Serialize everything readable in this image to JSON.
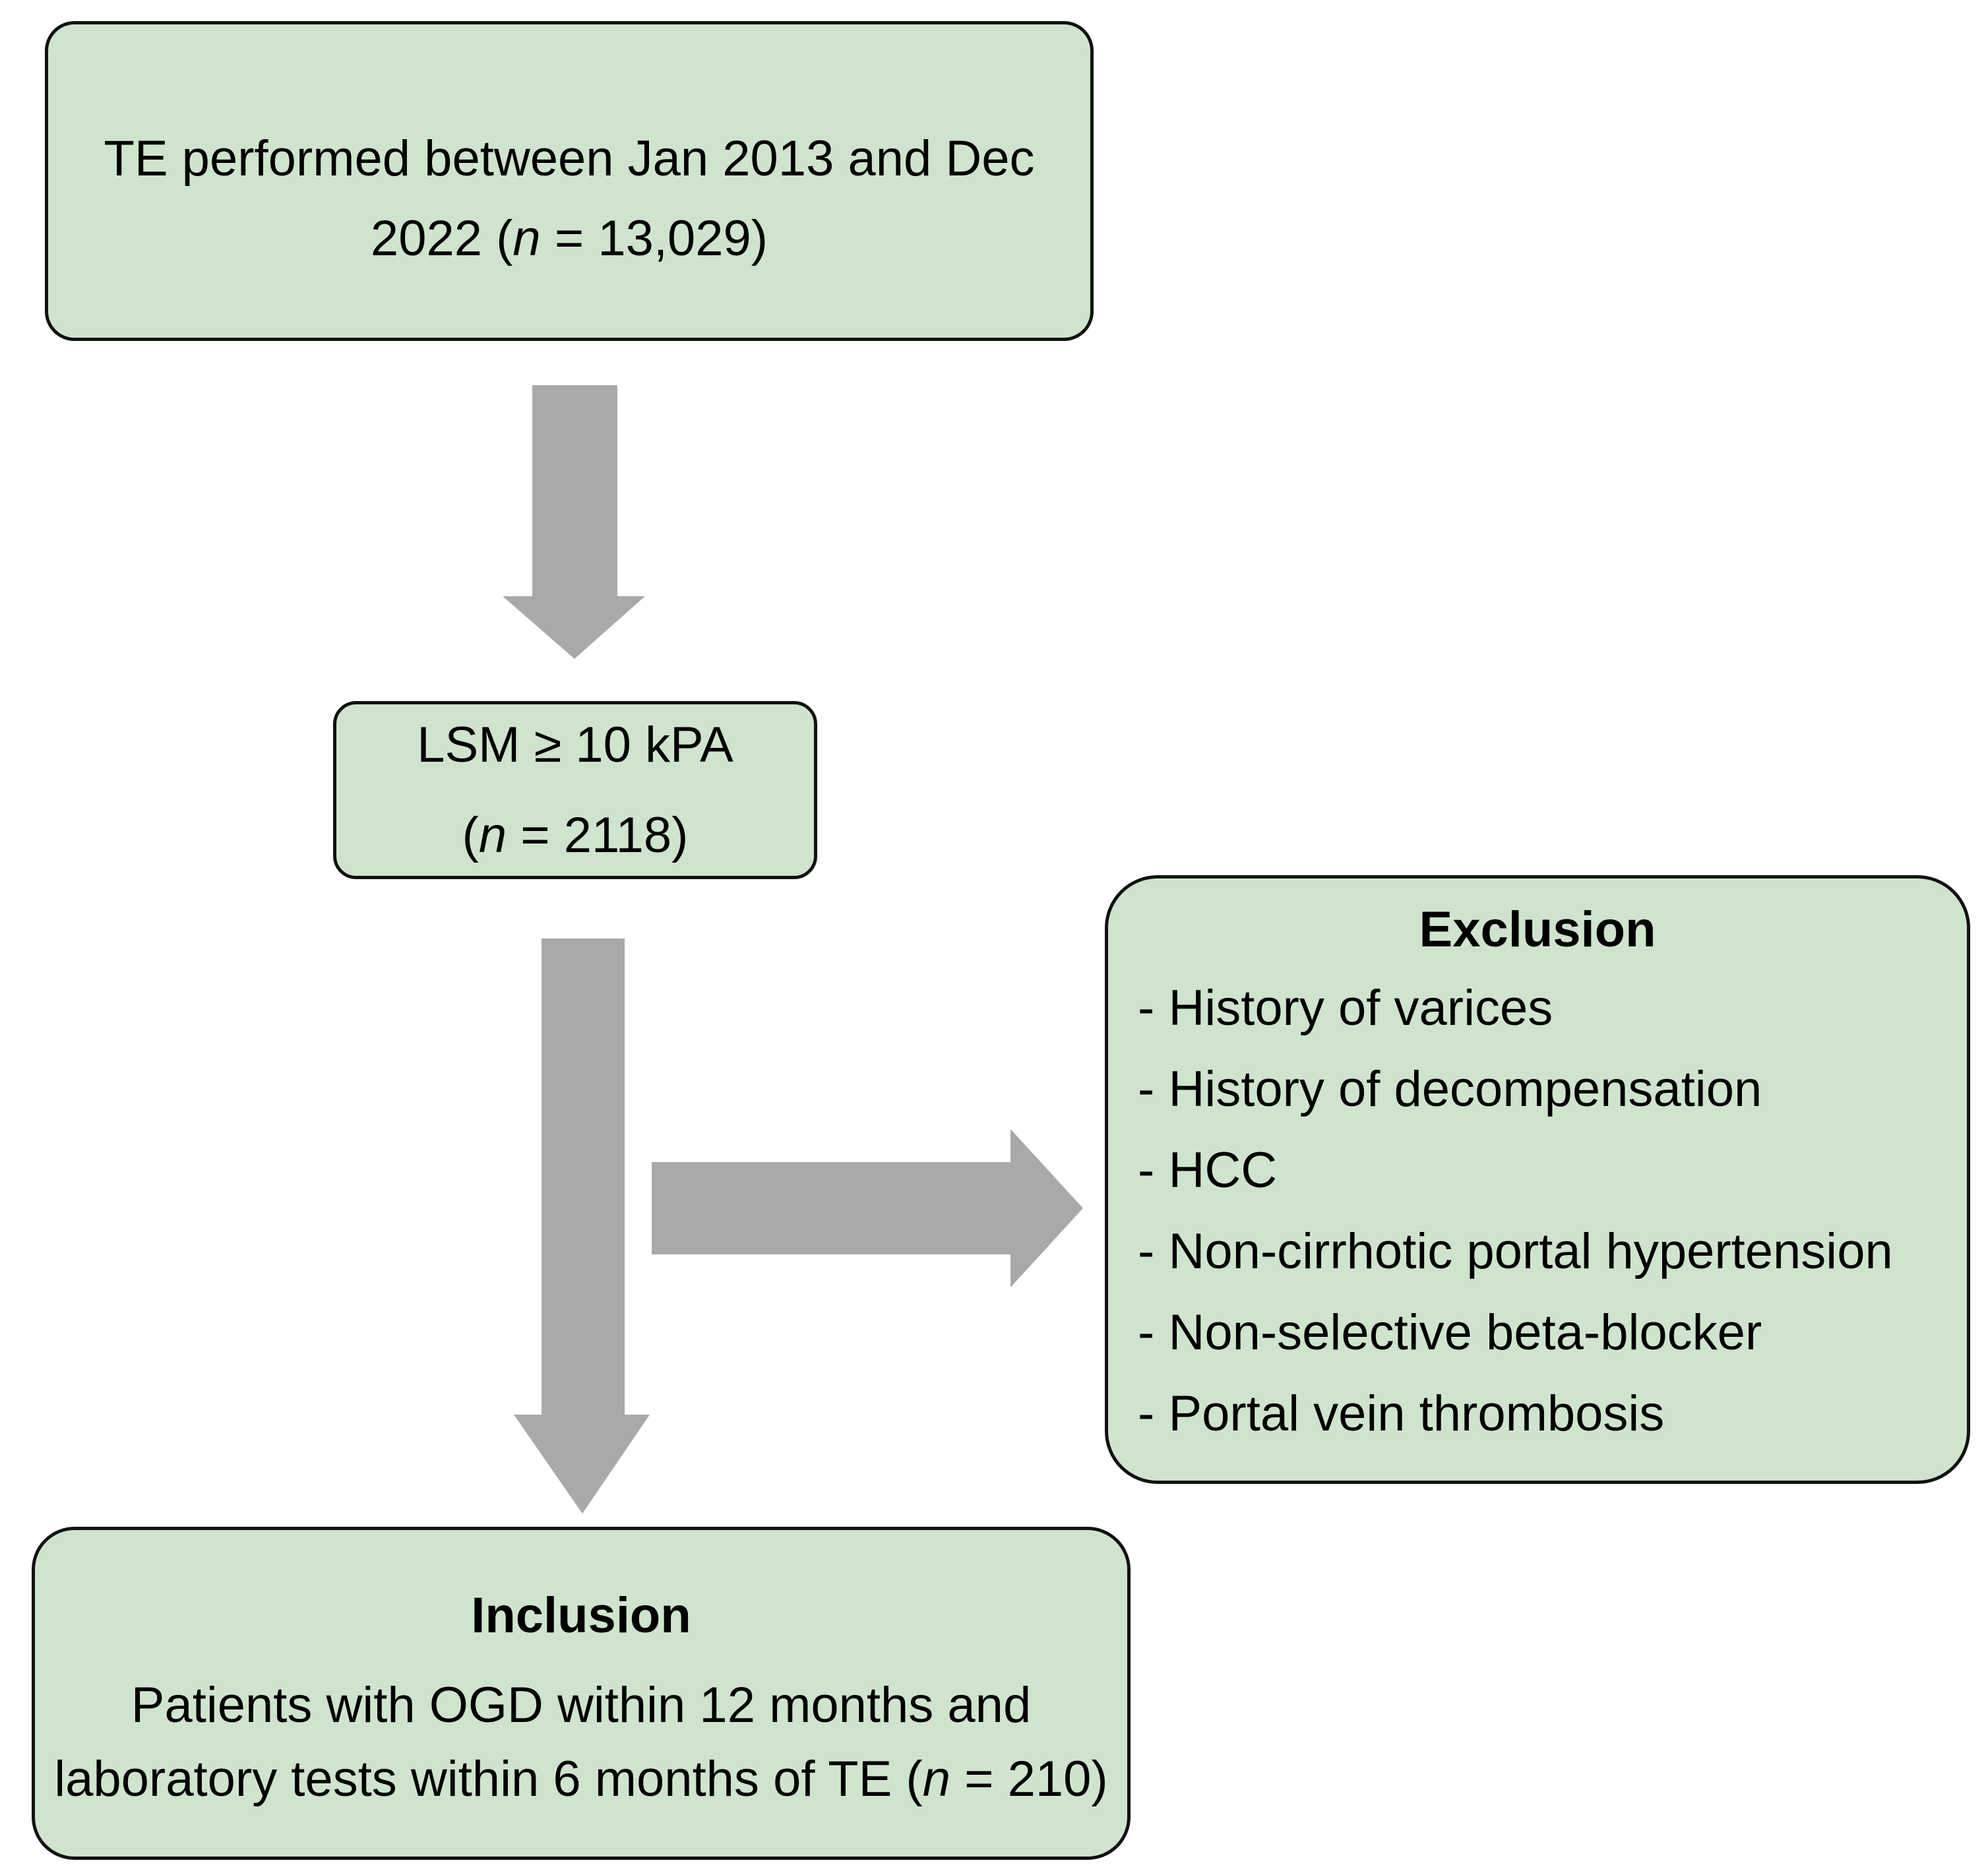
{
  "colors": {
    "background": "#ffffff",
    "box_fill": "#cfe4cd",
    "box_border": "#111111",
    "arrow_fill": "#a9a9a9",
    "text": "#000000"
  },
  "diagram": {
    "box_te": {
      "line1": "TE performed between Jan 2013 and Dec",
      "line2_prefix": "2022 (",
      "line2_n": "n",
      "line2_suffix": " = 13,029)"
    },
    "box_lsm": {
      "line1": "LSM ≥ 10 kPA",
      "line2_prefix": "(",
      "line2_n": "n",
      "line2_suffix": " = 2118)"
    },
    "box_exclusion": {
      "title": "Exclusion",
      "bullet_prefix": "- ",
      "items": [
        "History of varices",
        "History of decompensation",
        "HCC",
        "Non-cirrhotic portal hypertension",
        "Non-selective beta-blocker",
        "Portal vein thrombosis"
      ]
    },
    "box_inclusion": {
      "title": "Inclusion",
      "body_line1": "Patients with OGD within 12 months and",
      "body_line2_prefix": "laboratory tests within 6 months of TE (",
      "body_line2_n": "n",
      "body_line2_suffix": " = 210)"
    },
    "arrows": [
      {
        "id": "te-to-lsm",
        "direction": "down"
      },
      {
        "id": "lsm-to-inclusion",
        "direction": "down"
      },
      {
        "id": "lsm-to-exclusion",
        "direction": "right"
      }
    ]
  }
}
